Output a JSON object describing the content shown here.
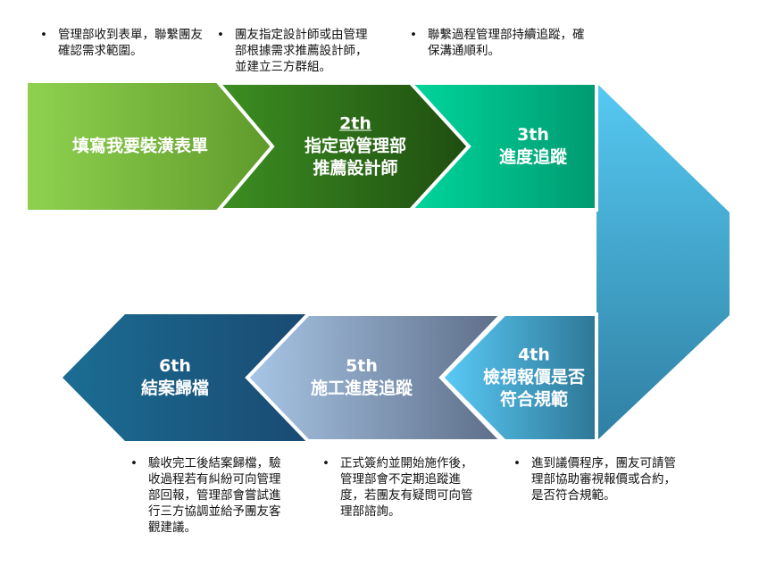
{
  "steps": [
    {
      "number": "",
      "title": "填寫我要裝潢表單",
      "note": "管理部收到表單，聯繫團友確認需求範圍。"
    },
    {
      "number": "2th",
      "title": "指定或管理部推薦設計師",
      "title_lines": [
        "指定或管理部",
        "推薦設計師"
      ],
      "note": "團友指定設計師或由管理部根據需求推薦設計師，並建立三方群組。"
    },
    {
      "number": "3th",
      "title": "進度追蹤",
      "note": "聯繫過程管理部持續追蹤，確保溝通順利。"
    },
    {
      "number": "4th",
      "title_lines": [
        "檢視報價是否",
        "符合規範"
      ],
      "note": "進到議價程序，團友可請管理部協助審視報價或合約，是否符合規範。"
    },
    {
      "number": "5th",
      "title": "施工進度追蹤",
      "note": "正式簽約並開始施作後，管理部會不定期追蹤進度，若團友有疑問可向管理部諮詢。"
    },
    {
      "number": "6th",
      "title": "結案歸檔",
      "note": "驗收完工後結案歸檔，驗收過程若有糾紛可向管理部回報，管理部會嘗試進行三方協調並給予團友客觀建議。"
    }
  ],
  "colors": {
    "step1": [
      "#8fd14f",
      "#5f9a2b"
    ],
    "step2": [
      "#3d8f22",
      "#1f4d10"
    ],
    "step3": [
      "#00d69c",
      "#009a70"
    ],
    "turn": [
      "#56c9f2",
      "#2f7fa2"
    ],
    "step4": [
      "#5acbf7",
      "#2e7796"
    ],
    "step5": [
      "#a9c6e6",
      "#5d6e88"
    ],
    "step6": [
      "#1b6d93",
      "#1a4a72"
    ]
  }
}
